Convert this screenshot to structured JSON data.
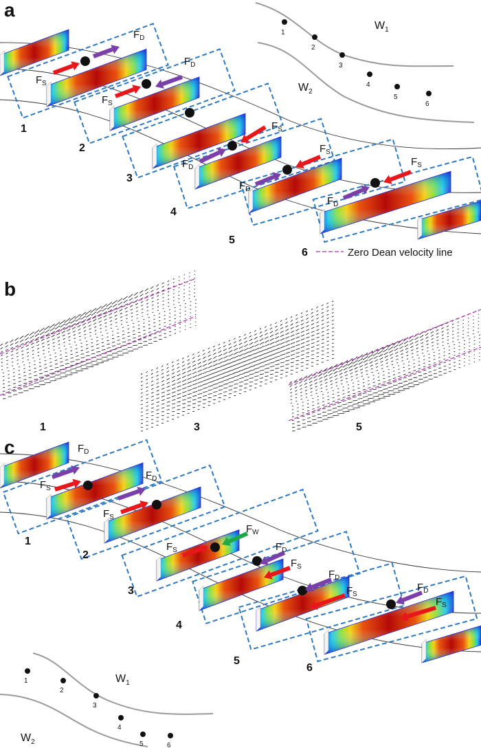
{
  "panels": [
    {
      "letter": "a"
    },
    {
      "letter": "b"
    },
    {
      "letter": "c"
    }
  ],
  "panel_a": {
    "sections": [
      "1",
      "2",
      "3",
      "4",
      "5",
      "6"
    ],
    "force_labels": {
      "shear": "F",
      "shear_sub": "S",
      "dean": "F",
      "dean_sub": "D"
    },
    "inset": {
      "w1": "W",
      "w1_sub": "1",
      "w2": "W",
      "w2_sub": "2",
      "positions": [
        "1",
        "2",
        "3",
        "4",
        "5",
        "6"
      ]
    }
  },
  "panel_b": {
    "legend": "Zero Dean velocity line",
    "sections": [
      "1",
      "3",
      "5"
    ]
  },
  "panel_c": {
    "sections": [
      "1",
      "2",
      "3",
      "4",
      "5",
      "6"
    ],
    "force_labels": {
      "shear": "F",
      "shear_sub": "S",
      "dean": "F",
      "dean_sub": "D",
      "wall": "F",
      "wall_sub": "W"
    },
    "inset": {
      "w1": "W",
      "w1_sub": "1",
      "w2": "W",
      "w2_sub": "2",
      "positions": [
        "1",
        "2",
        "3",
        "4",
        "5",
        "6"
      ]
    }
  },
  "colors": {
    "dashed_box": "#2b78c2",
    "shear_arrow": "#e8171b",
    "dean_arrow": "#7a3fa8",
    "wall_arrow": "#1fa84a",
    "zero_dean_line": "#b02fb0"
  }
}
